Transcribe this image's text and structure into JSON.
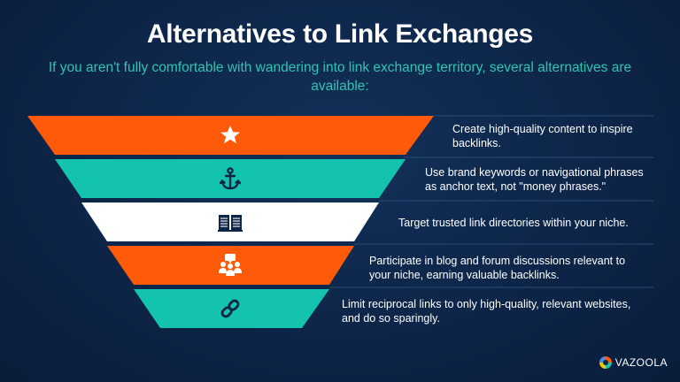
{
  "header": {
    "title": "Alternatives to Link Exchanges",
    "subtitle": "If you aren't fully comfortable with wandering into link exchange territory, several alternatives are available:"
  },
  "colors": {
    "orange": "#ff5a0a",
    "teal": "#14c3ae",
    "white": "#ffffff",
    "navy": "#0d2548",
    "subtitle": "#2fc4b2"
  },
  "levels": [
    {
      "color": "orange",
      "icon": "star-icon",
      "text": "Create high-quality content to inspire backlinks."
    },
    {
      "color": "teal",
      "icon": "anchor-icon",
      "text": "Use brand keywords or navigational phrases as anchor text, not \"money phrases.\""
    },
    {
      "color": "white",
      "icon": "book-icon",
      "text": "Target trusted link directories within your niche."
    },
    {
      "color": "orange",
      "icon": "group-discussion-icon",
      "text": "Participate in blog and forum discussions relevant to your niche, earning valuable backlinks."
    },
    {
      "color": "teal",
      "icon": "link-icon",
      "text": "Limit reciprocal links to only high-quality, relevant websites, and do so sparingly."
    }
  ],
  "brand": {
    "name": "VAZOOLA"
  }
}
